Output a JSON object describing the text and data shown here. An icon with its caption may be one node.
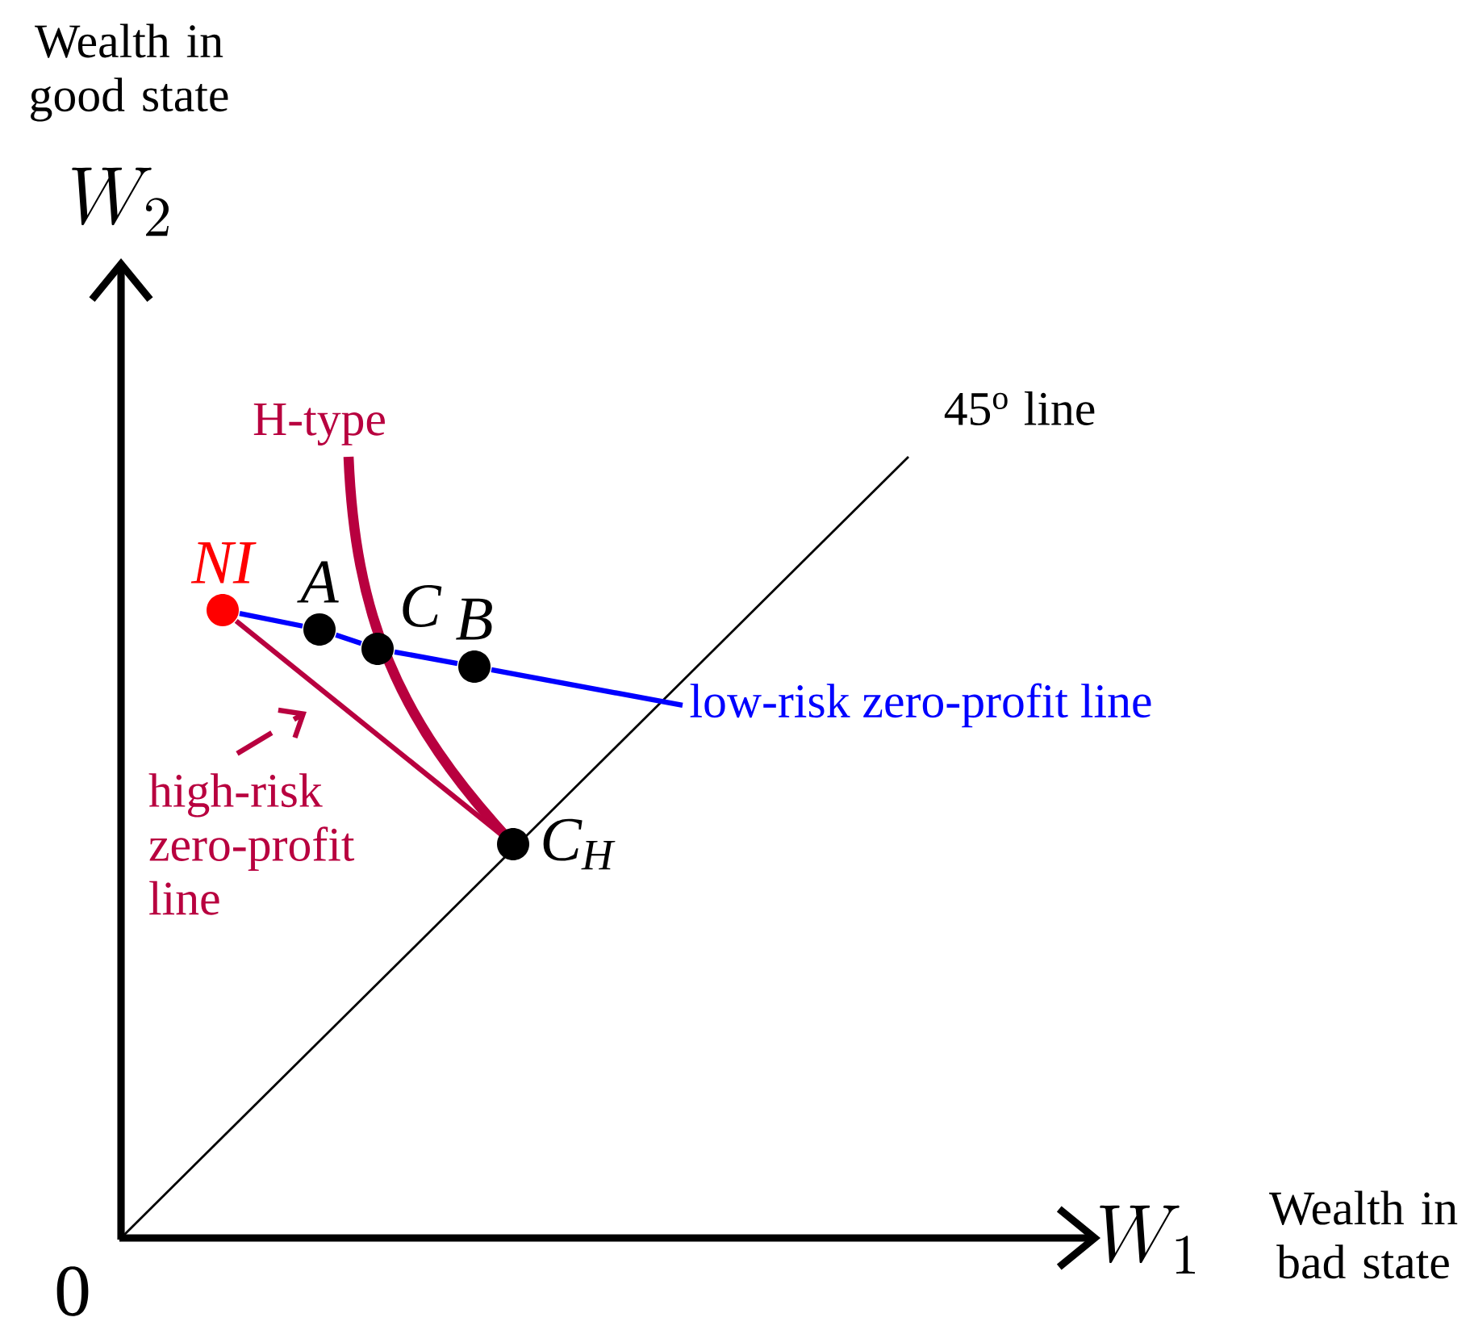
{
  "diagram": {
    "nodes": [
      {
        "text": [
          "NI"
        ]
      },
      {
        "text": [
          "A"
        ]
      },
      {
        "text": [
          "C"
        ]
      },
      {
        "text": [
          "B"
        ]
      },
      {
        "text": [
          "C$_{H}$"
        ]
      },
      {
        "text": [
          "low-risk zero-profit line"
        ]
      },
      {
        "text": [
          "high-risk zero-profit line"
        ]
      }
    ],
    "edges": [
      {
        "from": 0,
        "to": 1,
        "arrow": "none",
        "color": "#0000ff"
      },
      {
        "from": 1,
        "to": 2,
        "arrow": "none",
        "color": "#0000ff"
      },
      {
        "from": 2,
        "to": 3,
        "arrow": "none",
        "color": "#0000ff"
      },
      {
        "from": 3,
        "to": 5,
        "arrow": "none",
        "color": "#0000ff"
      },
      {
        "from": 0,
        "to": 4,
        "arrow": "none",
        "color": "#b8003f"
      },
      {
        "from": 6,
        "to": null,
        "arrow": "to",
        "style": "dashed",
        "color": "#b8003f"
      }
    ],
    "labels": [
      "Wealth in good state",
      "W_2",
      "H-type",
      "45$^{o}$ line",
      "0",
      "W_1",
      "Wealth in bad state"
    ]
  }
}
